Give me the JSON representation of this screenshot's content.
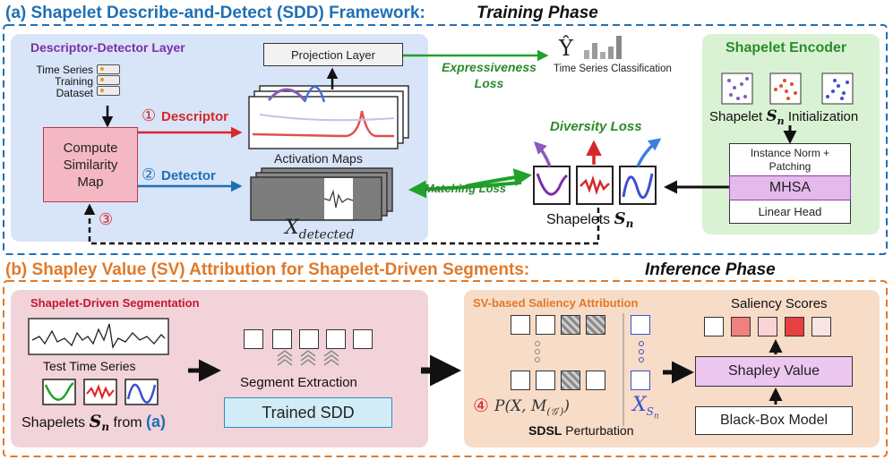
{
  "colors": {
    "blue_title": "#1f6fb5",
    "orange_title": "#e0792a",
    "purple": "#7b2fa6",
    "red": "#d62828",
    "green": "#1fa12b",
    "green_text": "#2b8a2b",
    "panel_blue": "#d8e4f8",
    "panel_green": "#d9f2d3",
    "panel_pink": "#f3d3da",
    "panel_peach": "#f7dcc8",
    "compute_box": "#f4b8c4",
    "mhsa_box": "#e4b9ec",
    "shapley_box": "#ecc7f0",
    "trained_box": "#d2ecf7"
  },
  "training": {
    "title_prefix": "(a) Shapelet Describe-and-Detect (SDD) Framework:",
    "title_phase": "Training Phase",
    "descriptor_detector_layer": "Descriptor-Detector Layer",
    "dataset_label_lines": [
      "Time Series",
      "Training",
      "Dataset"
    ],
    "compute_box_lines": [
      "Compute",
      "Similarity",
      "Map"
    ],
    "step1_num": "①",
    "step1_label": "Descriptor",
    "step2_num": "②",
    "step2_label": "Detector",
    "step3_num": "③",
    "projection_layer": "Projection Layer",
    "activation_maps": "Activation Maps",
    "x_detected_base": "X",
    "x_detected_sub": "detected",
    "y_hat": "Ŷ",
    "ts_classification": "Time Series Classification",
    "expressiveness_loss_lines": [
      "Expressiveness",
      "Loss"
    ],
    "diversity_loss": "Diversity Loss",
    "matching_loss": "Matching Loss",
    "shapelets_label": "Shapelets",
    "shapelet_symbol": "S",
    "shapelet_sub": "n",
    "encoder_title": "Shapelet Encoder",
    "encoder_init_prefix": "Shapelet",
    "encoder_init_suffix": "Initialization",
    "instance_norm_lines": [
      "Instance Norm +",
      "Patching"
    ],
    "mhsa": "MHSA",
    "linear_head": "Linear Head"
  },
  "inference": {
    "title_prefix": "(b) Shapley Value (SV) Attribution for Shapelet-Driven Segments:",
    "title_phase": "Inference Phase",
    "segmentation_title": "Shapelet-Driven Segmentation",
    "test_time_series": "Test Time Series",
    "shapelets_from_prefix": "Shapelets",
    "shapelets_from_mid": "from",
    "shapelets_from_ref": "(a)",
    "segment_extraction": "Segment Extraction",
    "trained_sdd": "Trained SDD",
    "saliency_title": "SV-based Saliency Attribution",
    "step4_num": "④",
    "perturb_formula": "P(X, M",
    "perturb_sub": "(𝒢′)",
    "perturb_close": ")",
    "x_sn_base": "X",
    "sdsl_perturbation_bold": "SDSL",
    "sdsl_perturbation_rest": "Perturbation",
    "saliency_scores": "Saliency Scores",
    "shapley_value": "Shapley Value",
    "black_box_model": "Black-Box Model"
  }
}
